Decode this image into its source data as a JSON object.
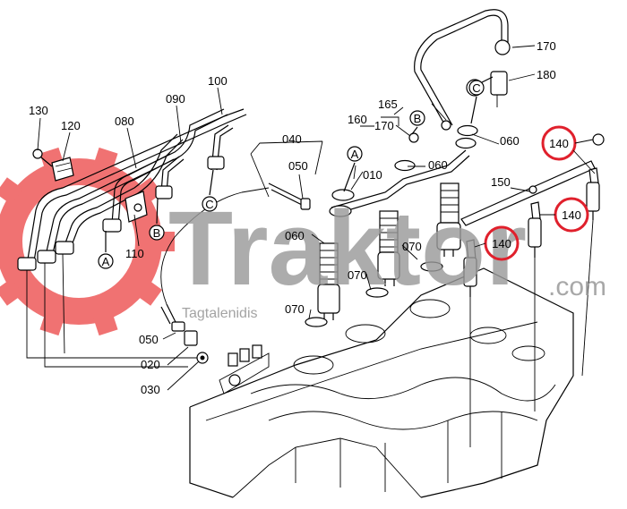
{
  "watermark": {
    "brand": "Traktor",
    "domain": ".com",
    "subtitle": "Tagtalenidis",
    "gear_color": "#ee5a5a",
    "text_color": "#9a9a9a"
  },
  "highlight_color": "#e0202c",
  "labels": {
    "p130": "130",
    "p120": "120",
    "p080": "080",
    "p090": "090",
    "p100": "100",
    "p110": "110",
    "p040": "040",
    "p050a": "050",
    "p010": "010",
    "p060a": "060",
    "p060b": "060",
    "p060c": "060",
    "p070a": "070",
    "p070b": "070",
    "p070c": "070",
    "p050b": "050",
    "p020": "020",
    "p030": "030",
    "p165": "165",
    "p160": "160",
    "p170a": "170",
    "p170b": "170",
    "p180": "180",
    "p150": "150",
    "p140a": "140",
    "p140b": "140",
    "p140c": "140"
  },
  "callouts": {
    "a": "A",
    "b": "B",
    "c": "C"
  }
}
